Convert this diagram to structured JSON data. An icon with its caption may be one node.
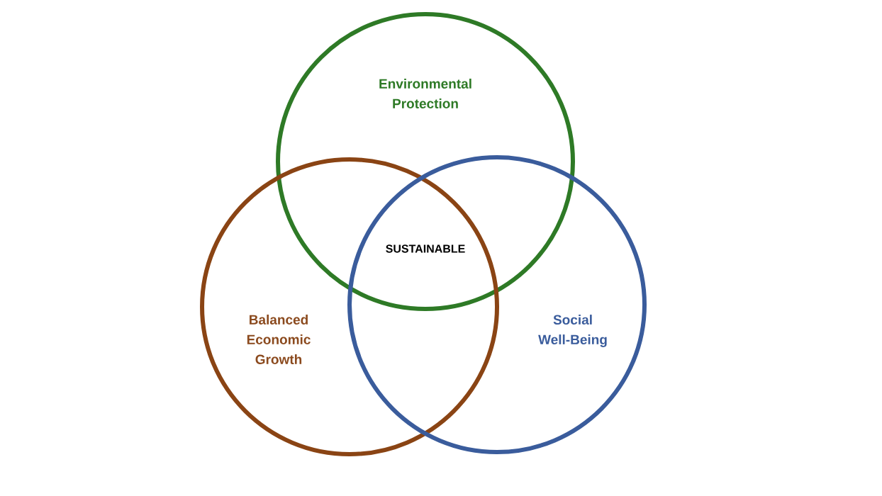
{
  "diagram": {
    "nodes": [
      {
        "text": [
          "Environmental Protection"
        ]
      },
      {
        "text": [
          "Balanced Economic Growth"
        ]
      },
      {
        "text": [
          "Social Well-Being"
        ]
      }
    ],
    "labels": [
      "SUSTAINABLE"
    ]
  }
}
